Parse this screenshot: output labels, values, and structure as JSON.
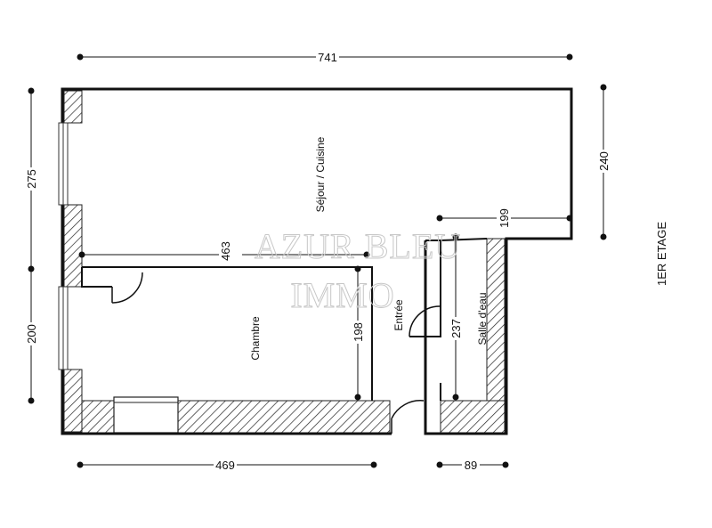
{
  "plan": {
    "floor_label": "1ER ETAGE",
    "watermark": {
      "line1": "AZUR BLEU",
      "line2": "IMMO"
    },
    "rooms": {
      "sejour": "Séjour / Cuisine",
      "chambre": "Chambre",
      "entree": "Entrée",
      "salle_eau": "Salle d'eau"
    },
    "dimensions": {
      "top_width": "741",
      "right_height": "240",
      "left_upper": "275",
      "left_lower": "200",
      "bottom_left": "469",
      "bottom_right": "89",
      "inner_width": "463",
      "step_width": "199",
      "chambre_height": "198",
      "sde_height": "237"
    }
  }
}
